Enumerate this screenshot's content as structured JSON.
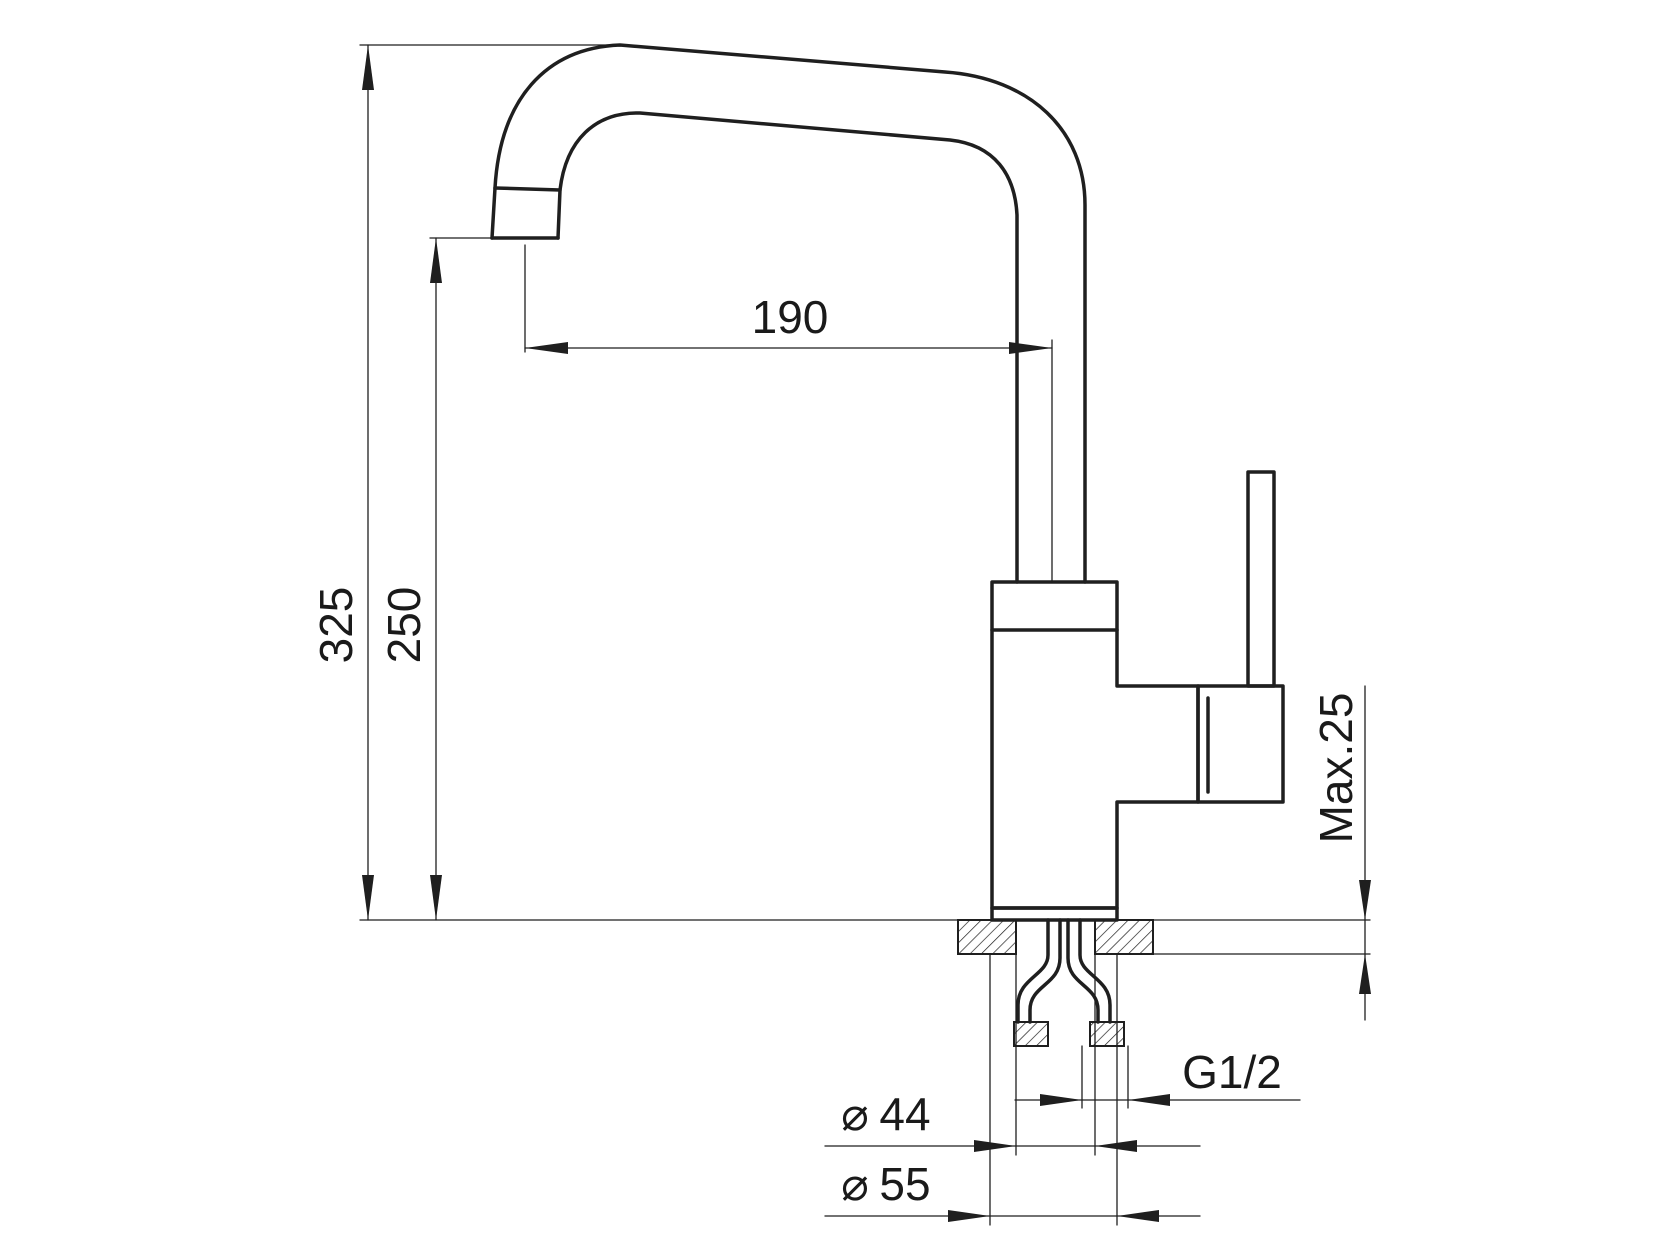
{
  "dimensions": {
    "total_height": "325",
    "spout_height": "250",
    "spout_reach": "190",
    "max_thickness": "Max.25",
    "thread": "G1/2",
    "hole_diameter": "44",
    "base_diameter": "55"
  },
  "symbols": {
    "diameter": "⌀"
  },
  "colors": {
    "line": "#1f1f1f",
    "hatch": "#1f1f1f",
    "background": "#ffffff"
  }
}
